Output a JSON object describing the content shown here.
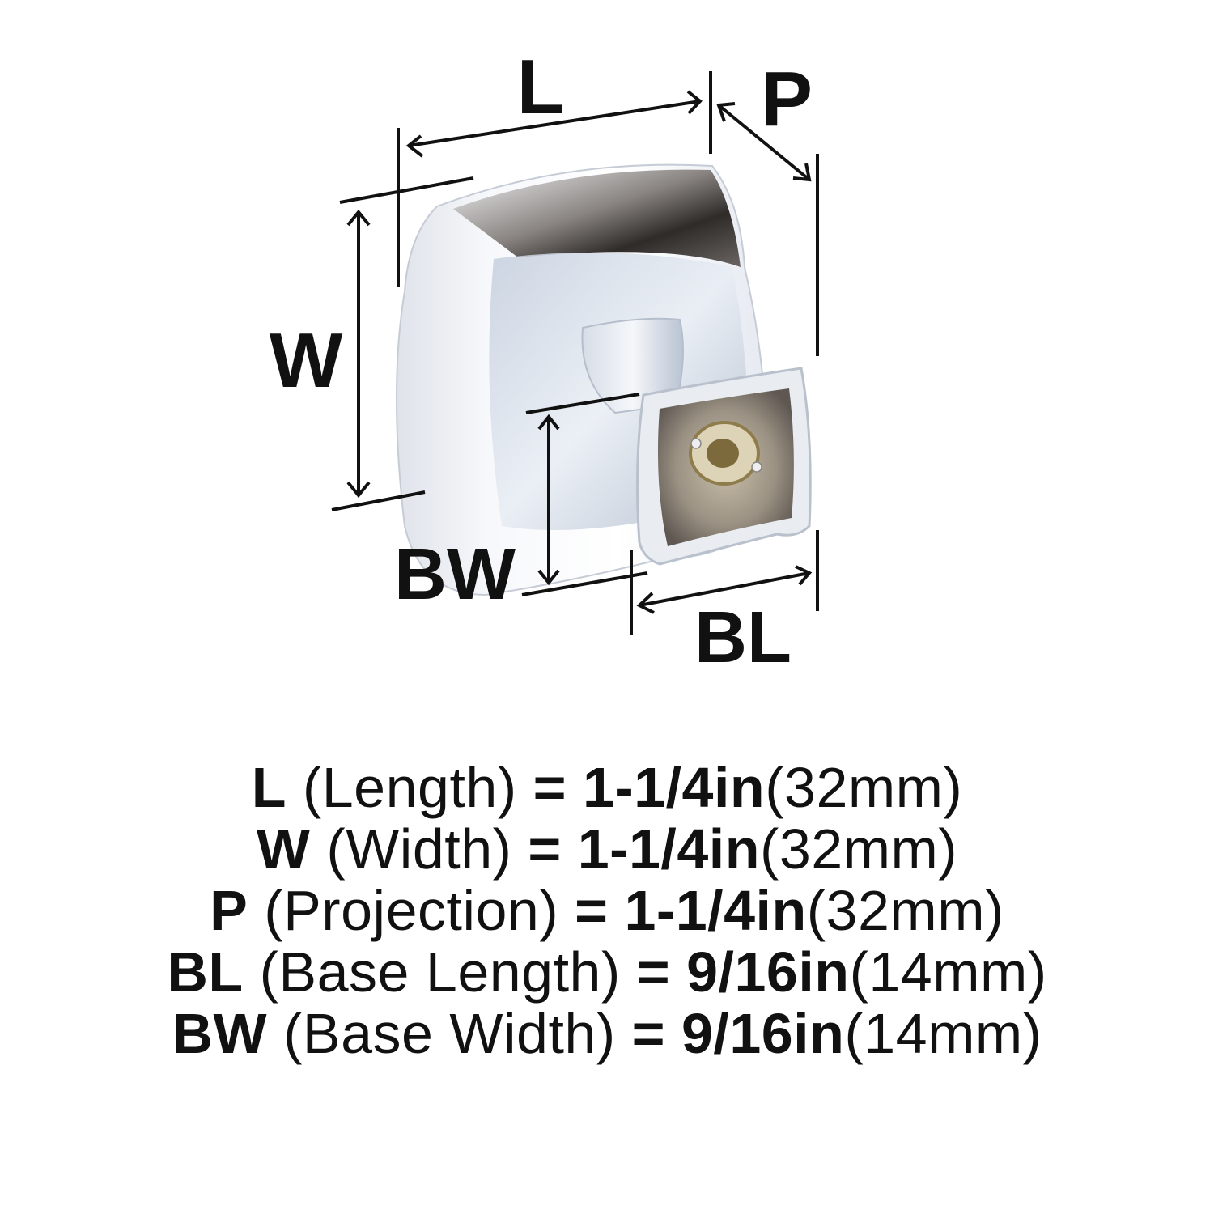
{
  "diagram": {
    "subject": "square cabinet knob, polished chrome",
    "labels": {
      "length": "L",
      "width": "W",
      "projection": "P",
      "base_width": "BW",
      "base_length": "BL"
    },
    "colors": {
      "ink": "#111111",
      "chrome_light": "#f2f4f8",
      "chrome_mid": "#c9d2e0",
      "chrome_dark": "#3a3634",
      "brass": "#b9a46a",
      "background": "#ffffff"
    }
  },
  "specs": [
    {
      "code": "L",
      "name": "(Length)",
      "eq": "=",
      "imperial": "1-1/4in",
      "metric": "(32mm)"
    },
    {
      "code": "W",
      "name": "(Width)",
      "eq": "=",
      "imperial": "1-1/4in",
      "metric": "(32mm)"
    },
    {
      "code": "P",
      "name": "(Projection)",
      "eq": "=",
      "imperial": "1-1/4in",
      "metric": "(32mm)"
    },
    {
      "code": "BL",
      "name": "(Base Length)",
      "eq": "=",
      "imperial": "9/16in",
      "metric": "(14mm)"
    },
    {
      "code": "BW",
      "name": "(Base Width)",
      "eq": "=",
      "imperial": "9/16in",
      "metric": "(14mm)"
    }
  ]
}
